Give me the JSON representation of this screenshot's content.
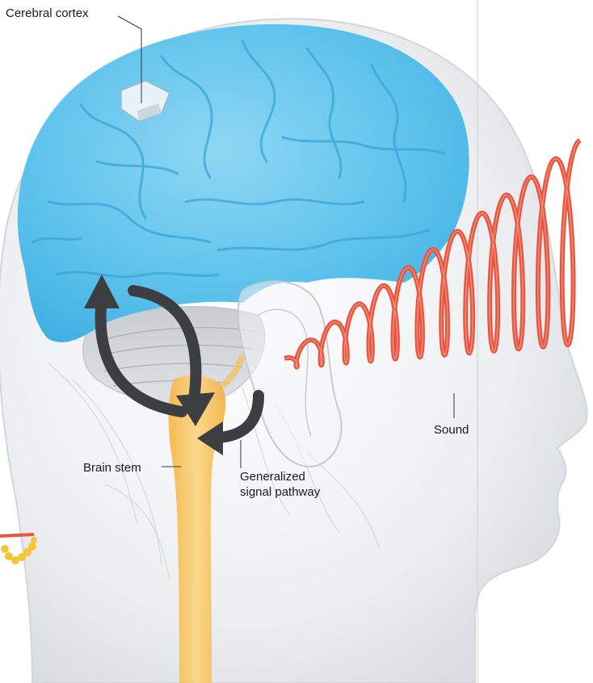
{
  "labels": {
    "cerebral_cortex": "Cerebral cortex",
    "brain_stem": "Brain stem",
    "pathway_line1": "Generalized",
    "pathway_line2": "signal pathway",
    "sound": "Sound"
  },
  "colors": {
    "brain": "#5ec3ec",
    "brain_fold": "#3aa6d8",
    "brain_stem": "#f7c15a",
    "sound_wave": "#e8553e",
    "arrow": "#3c3e41",
    "head": "#e9ebee",
    "divider": "#cfcfcf"
  }
}
